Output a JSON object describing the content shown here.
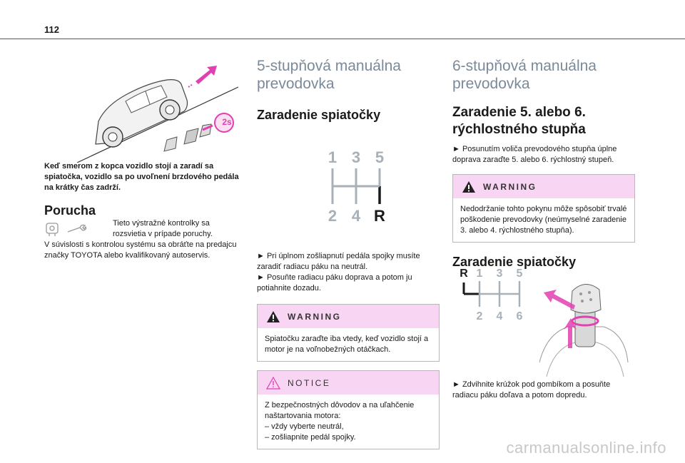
{
  "page": {
    "number": "112"
  },
  "left": {
    "caption": "Keď smerom z kopca vozidlo stojí a zaradí sa spiatočka, vozidlo sa po uvoľnení brzdového pedála na krátky čas zadrží.",
    "illustration_badge": "2s",
    "fault_heading": "Porucha",
    "fault_text_1": "Tieto výstražné kontrolky sa rozsvietia v prípade poruchy.",
    "fault_text_2": "V súvislosti s kontrolou systému sa obráťte na predajcu značky TOYOTA alebo kvalifikovaný autoservis."
  },
  "middle": {
    "section_title": "5-stupňová manuálna prevodovka",
    "sub_title": "Zaradenie spiatočky",
    "gear_top": [
      "1",
      "3",
      "5"
    ],
    "gear_bottom": [
      "2",
      "4",
      "R"
    ],
    "step_1": "► Pri úplnom zošliapnutí pedála spojky musíte zaradiť radiacu páku na neutrál.",
    "step_2": "► Posuňte radiacu páku doprava a potom ju potiahnite dozadu.",
    "warning": {
      "title": "WARNING",
      "text": "Spiatočku zaraďte iba vtedy, keď vozidlo stojí a motor je na voľnobežných otáčkach."
    },
    "notice": {
      "title": "NOTICE",
      "lines": [
        "Z bezpečnostných dôvodov a na uľahčenie naštartovania motora:",
        "–  vždy vyberte neutrál,",
        "–  zošliapnite pedál spojky."
      ]
    }
  },
  "right": {
    "section_title": "6-stupňová manuálna prevodovka",
    "sub_title_1": "Zaradenie 5. alebo 6. rýchlostného stupňa",
    "step_1": "► Posunutím voliča prevodového stupňa úplne doprava zaraďte 5. alebo 6. rýchlostný stupeň.",
    "warning": {
      "title": "WARNING",
      "text": "Nedodržanie tohto pokynu môže spôsobiť trvalé poškodenie prevodovky (neúmyselné zaradenie 3. alebo 4. rýchlostného stupňa)."
    },
    "sub_title_2": "Zaradenie spiatočky",
    "gear_r": "R",
    "gear_top": [
      "1",
      "3",
      "5"
    ],
    "gear_bottom": [
      "2",
      "4",
      "6"
    ],
    "step_2": "► Zdvihnite krúžok pod gombíkom a posuňte radiacu páku doľava a potom dopredu."
  },
  "footer": {
    "watermark": "carmanualsonline.info"
  },
  "colors": {
    "accent_pink": "#e040b0",
    "notice_bg": "#f7d5f3",
    "heading_gray": "#7a8a99",
    "gear_gray": "#a8b0b8"
  }
}
